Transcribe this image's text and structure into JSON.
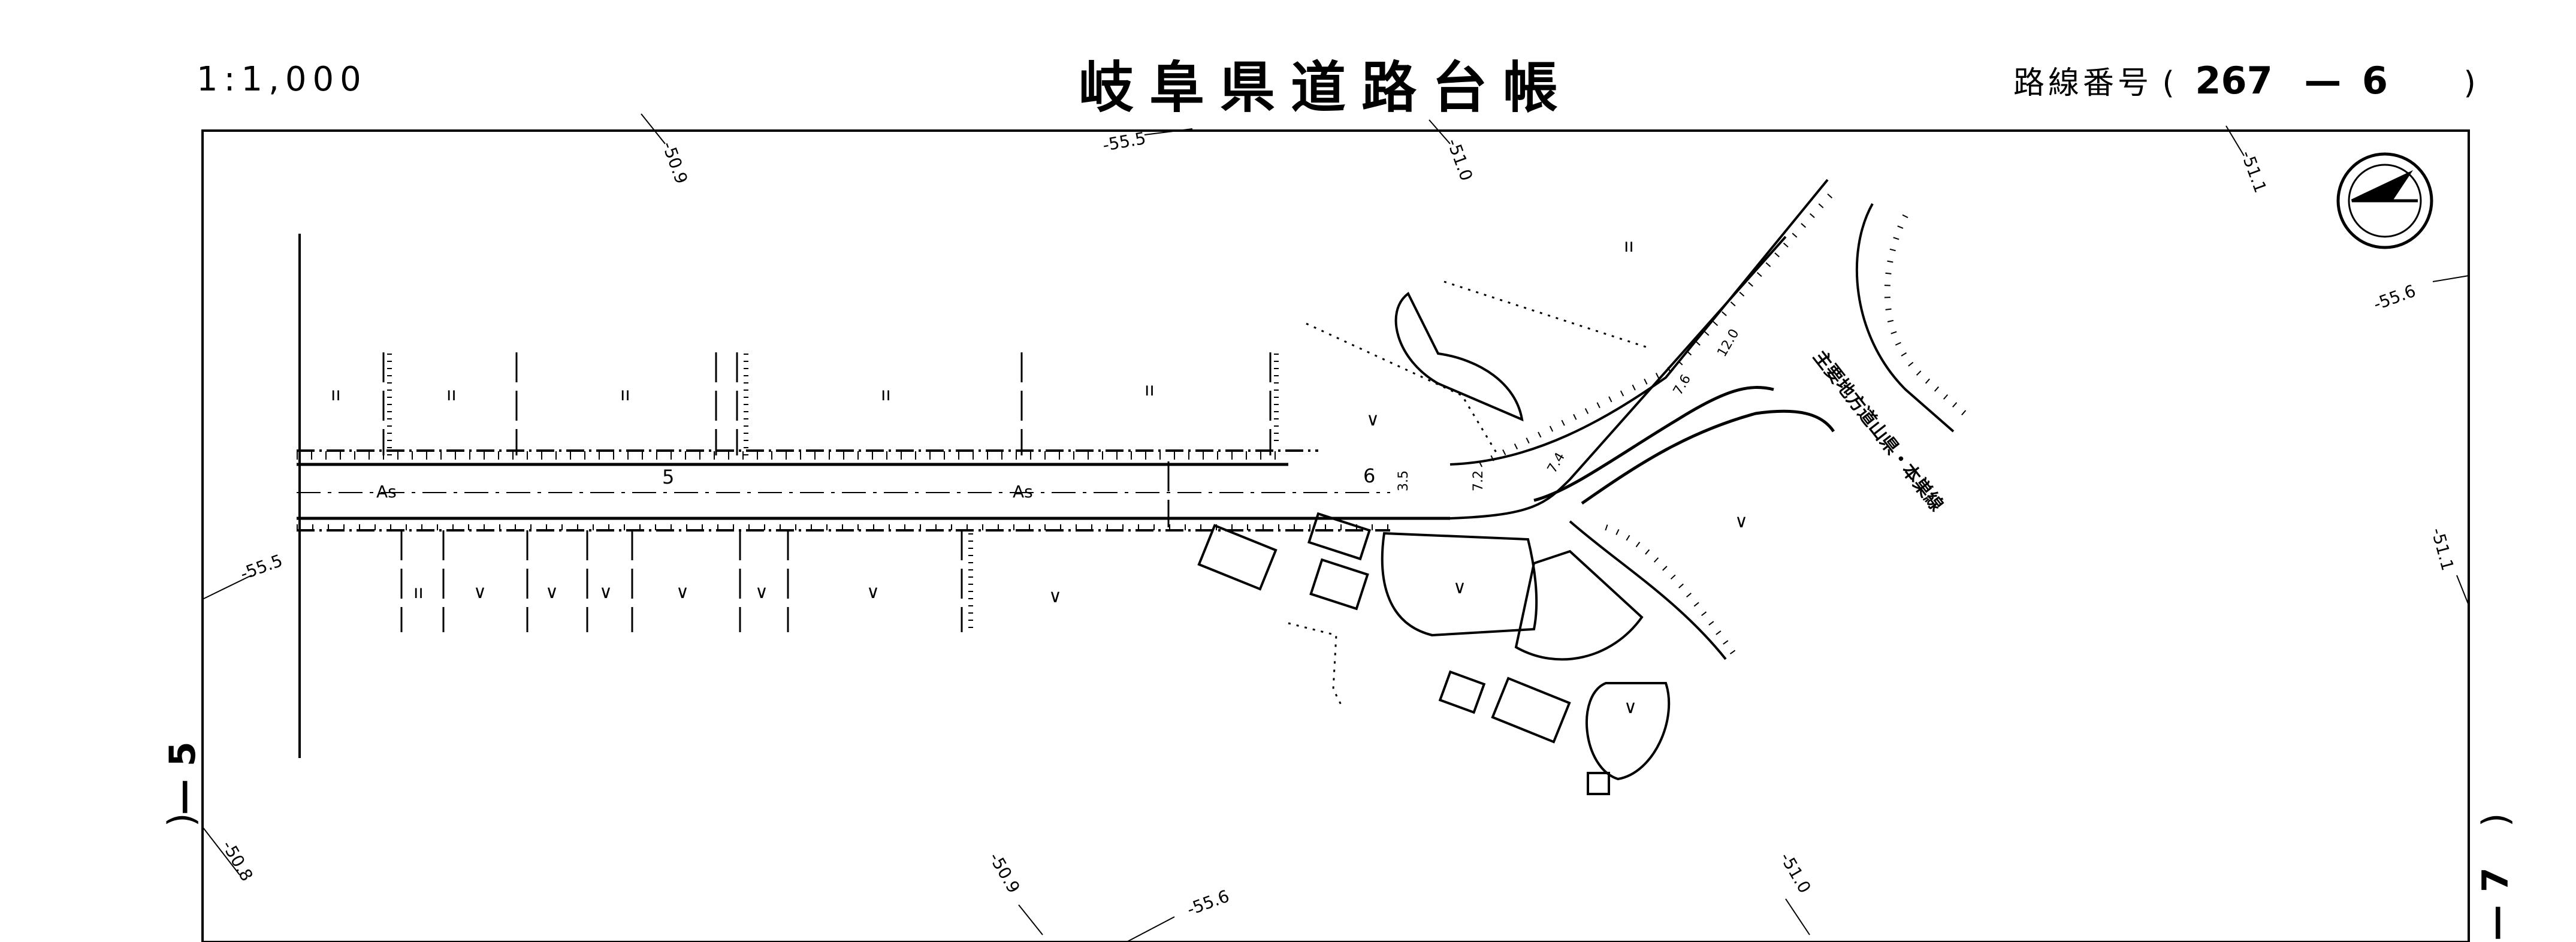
{
  "header": {
    "scale": "1:1,000",
    "title": "岐阜県道路台帳",
    "route_label": "路線番号",
    "route_open": "(",
    "route_number": "267",
    "route_dash": "—",
    "route_sub": "6",
    "route_close": ")"
  },
  "side_left": {
    "paren": ")",
    "number": "5",
    "dash": "—"
  },
  "side_right": {
    "paren": ")",
    "number": "7",
    "dash": "—"
  },
  "map": {
    "road_name": "主要地方道山県・本巣線",
    "surface_label": "As",
    "station_labels": [
      "5",
      "6"
    ],
    "width_labels": [
      "3.5",
      "7.2",
      "7.4",
      "7.6",
      "12.0"
    ],
    "contours": [
      "-55.5",
      "-50.9",
      "-51.0",
      "-51.1",
      "-55.6",
      "-55.5",
      "-51.1",
      "-50.9",
      "-55.6",
      "-51.0",
      "-50.8"
    ],
    "land_symbols": [
      "ıı",
      "ıı",
      "ıı",
      "ıı",
      "ıı",
      "ıı",
      "ıı",
      "∨",
      "∨",
      "∨",
      "∨",
      "∨",
      "∨",
      "∨",
      "∨",
      "∨",
      "∨",
      "∨",
      "∨",
      "∨"
    ],
    "north_arrow": "north-arrow"
  }
}
